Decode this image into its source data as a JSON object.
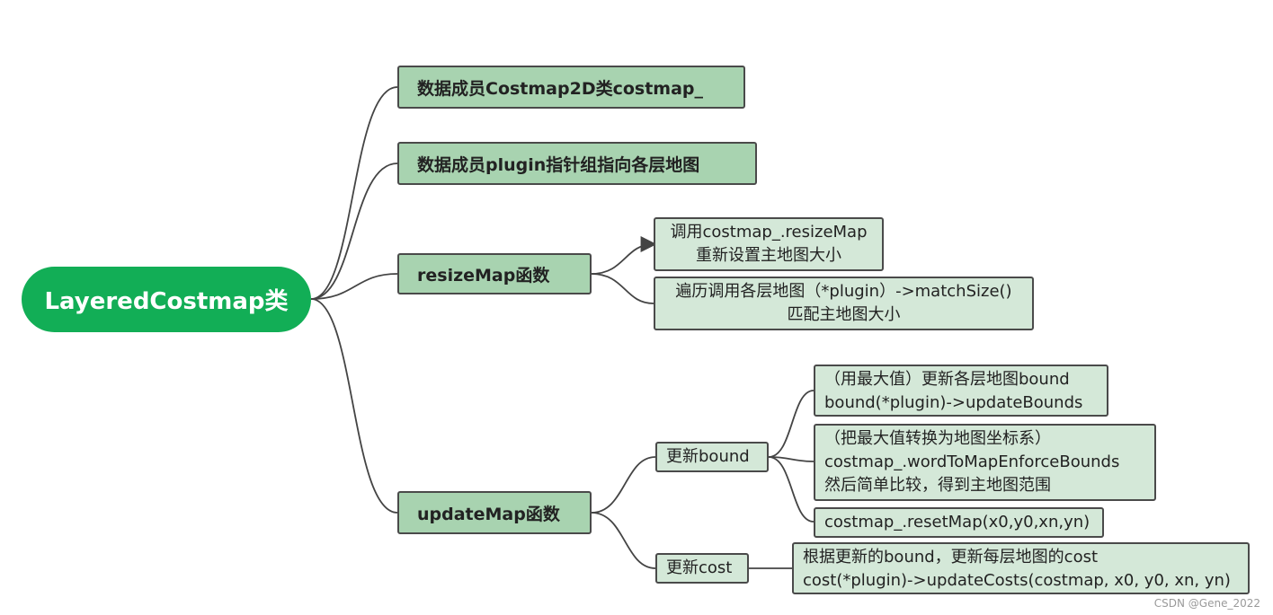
{
  "root": {
    "label": "LayeredCostmap类"
  },
  "branches": {
    "costmap_member": "数据成员Costmap2D类costmap_",
    "plugin_member": "数据成员plugin指针组指向各层地图",
    "resize": {
      "label": "resizeMap函数",
      "children": [
        [
          "调用costmap_.resizeMap",
          "重新设置主地图大小"
        ],
        [
          "遍历调用各层地图（*plugin）->matchSize()",
          "匹配主地图大小"
        ]
      ]
    },
    "update": {
      "label": "updateMap函数",
      "bound": {
        "label": "更新bound",
        "children": [
          [
            "（用最大值）更新各层地图bound",
            "bound(*plugin)->updateBounds"
          ],
          [
            "（把最大值转换为地图坐标系）",
            "costmap_.wordToMapEnforceBounds",
            "然后简单比较，得到主地图范围"
          ],
          [
            "costmap_.resetMap(x0,y0,xn,yn)"
          ]
        ]
      },
      "cost": {
        "label": "更新cost",
        "children": [
          [
            "根据更新的bound，更新每层地图的cost",
            "cost(*plugin)->updateCosts(costmap, x0, y0, xn, yn)"
          ]
        ]
      }
    }
  },
  "watermark": "CSDN @Gene_2022",
  "colors": {
    "root": "#12ae56",
    "level1": "#a8d3b0",
    "leaf": "#d4e8d8",
    "border": "#4a4a4a",
    "edge": "#444444"
  }
}
